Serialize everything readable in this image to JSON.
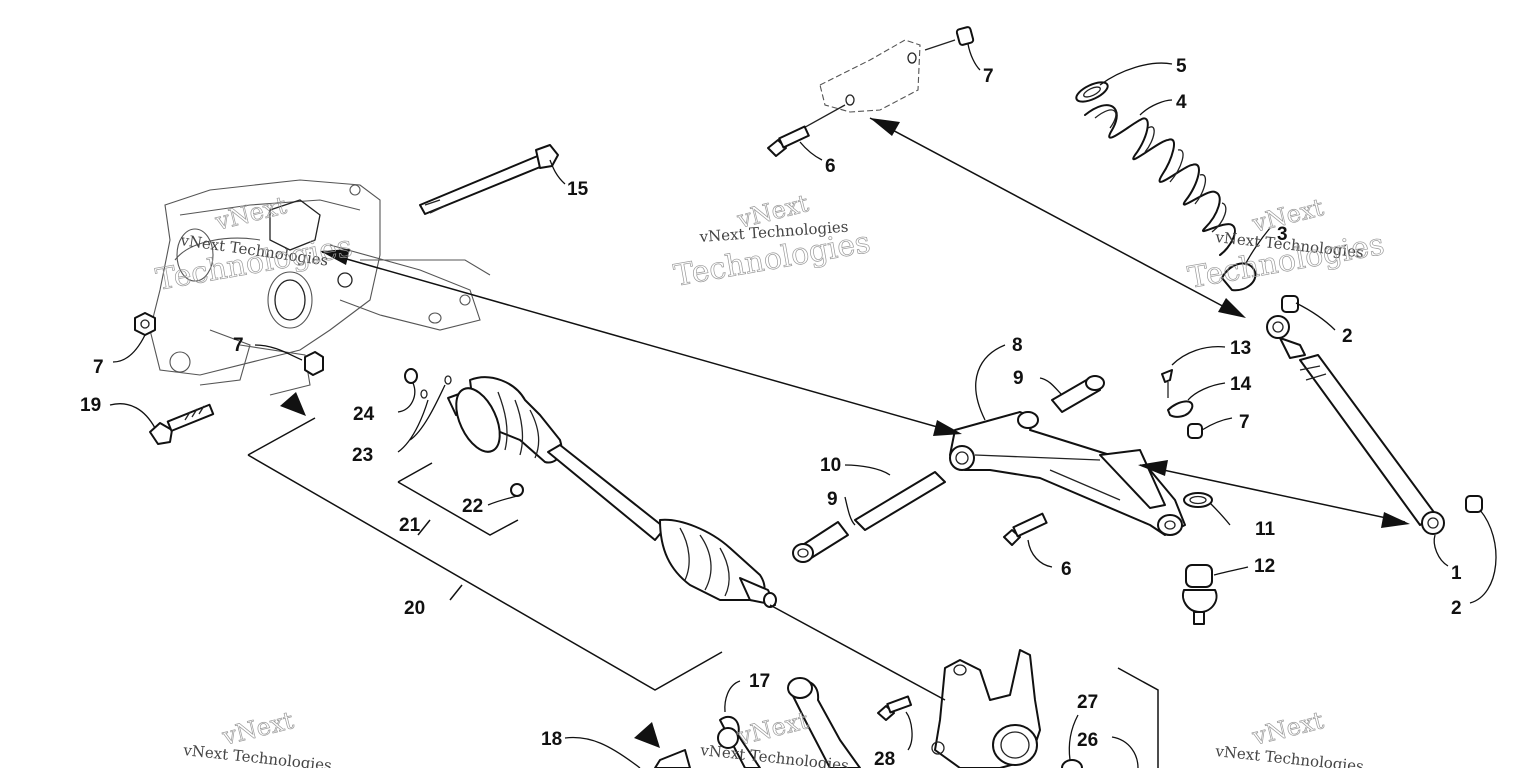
{
  "watermark": {
    "line1": "vNext",
    "line2": "vNext Technologies",
    "line3": "Technologies"
  },
  "callouts": [
    {
      "id": "c1",
      "label": "1"
    },
    {
      "id": "c2a",
      "label": "2"
    },
    {
      "id": "c2b",
      "label": "2"
    },
    {
      "id": "c3",
      "label": "3"
    },
    {
      "id": "c4",
      "label": "4"
    },
    {
      "id": "c5",
      "label": "5"
    },
    {
      "id": "c6a",
      "label": "6"
    },
    {
      "id": "c6b",
      "label": "6"
    },
    {
      "id": "c7a",
      "label": "7"
    },
    {
      "id": "c7b",
      "label": "7"
    },
    {
      "id": "c7c",
      "label": "7"
    },
    {
      "id": "c7d",
      "label": "7"
    },
    {
      "id": "c8",
      "label": "8"
    },
    {
      "id": "c9a",
      "label": "9"
    },
    {
      "id": "c9b",
      "label": "9"
    },
    {
      "id": "c10",
      "label": "10"
    },
    {
      "id": "c11",
      "label": "11"
    },
    {
      "id": "c12",
      "label": "12"
    },
    {
      "id": "c13",
      "label": "13"
    },
    {
      "id": "c14",
      "label": "14"
    },
    {
      "id": "c15",
      "label": "15"
    },
    {
      "id": "c17",
      "label": "17"
    },
    {
      "id": "c18",
      "label": "18"
    },
    {
      "id": "c19",
      "label": "19"
    },
    {
      "id": "c20",
      "label": "20"
    },
    {
      "id": "c21",
      "label": "21"
    },
    {
      "id": "c22",
      "label": "22"
    },
    {
      "id": "c23",
      "label": "23"
    },
    {
      "id": "c24",
      "label": "24"
    },
    {
      "id": "c26",
      "label": "26"
    },
    {
      "id": "c27",
      "label": "27"
    },
    {
      "id": "c28",
      "label": "28"
    }
  ]
}
